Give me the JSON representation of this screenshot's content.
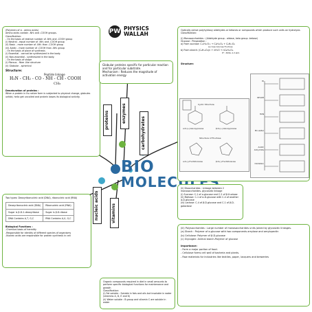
{
  "brand": {
    "name_line1": "PHYSICS",
    "name_line2": "WALLAH",
    "logo_text": "PW"
  },
  "center": {
    "title_line1": "BIO",
    "title_line2": "MOLECULES"
  },
  "branches": {
    "proteins": "proteins",
    "enzymes": "enzymes",
    "carbohydrates": "carbohydrates",
    "nucleic_acids": "nucleic acids",
    "vitamins": "vitamins"
  },
  "colors": {
    "green": "#6db33f",
    "blue": "#2b6aa0",
    "teal": "#3fa7c9",
    "dark": "#1f1f1f"
  },
  "proteins_box": {
    "lines": [
      "(Polymers of α - amino acids)",
      "Amino acids contain -NH₂ and -COOH groups.",
      "Classification:",
      "- On the basis of relative number of -NH₂ and -COOH group",
      "(i) Neutral - equal number of -NH₂ and -COOH group",
      "(ii) Basic - more number of -NH₂ than -COOH group",
      "(iii) Acidic - more number of -COOH than -NH₂ group",
      "- On the basis of place of synthesis",
      "(i) Essential - cannot be synthesized in the body.",
      "(ii) Non-essential - synthesized in the body.",
      "- On the basis of shape",
      "(i) Fibrous - fibre -like structure",
      "(ii) Globular - spherical"
    ],
    "structure_title": "Structure:",
    "peptide_label": "Peptide linkage",
    "peptide_formula": "H₂N - CH₂ - CO - NH - CH - COOH",
    "peptide_sub": "CH₃",
    "denaturation_title": "Denaturation of proteins :",
    "denaturation_text": "When a protein in its native form is subjected to physical change, globules unfold, helix get uncoiled and protein losses its biological activity."
  },
  "enzymes_box": {
    "line1": "Globular proteins specific for particular reaction and for particular substrate.",
    "line2": "Mechanism : Reduces the magnitude of activation energy"
  },
  "carbohydrates_box": {
    "intro": "Optically active polyhydroxy aldehydes or ketones or compounds which produce such units on hydrolysis",
    "classification": "Classification:",
    "mono": "(i) Monosaccharides : (Aldehyde group - aldose, keto group -ketose)",
    "glucose_prep": "Glucose : Preparation :",
    "from_sucrose": "a) From sucrose: C₁₂H₂₂O₁₁ → C₆H₁₂O₆ + C₆H₁₂O₆",
    "sucrose_labels": "sucrose            Glucose    Fructose",
    "from_starch": "b) From starch: (C₆H₁₀O₅)n + nH₂O → nC₆H₁₂O₆",
    "starch_cond": "H⁺, 393K, 2-3 atm",
    "structure": "Structure:",
    "cyclic_label": "Cyclic Structure",
    "alpha_glucose": "α-D-(+)-Glucopyranose",
    "beta_glucose": "β-D-(+)-Glucopyranose",
    "fructose_label": "Structure of Fructose",
    "alpha_fructose": "α-D-(-)-Fructofuranose",
    "beta_fructose": "β-D-(-)-Fructofuranose",
    "reagents": [
      "HI",
      "NH₂OH",
      "HCN",
      "Br₂ water",
      "Acetic Anhydride",
      "Oxidation"
    ],
    "di_title": "(ii) Disaccharides : Linkage between 2 monosaccharides- glycosidic linkage",
    "di_lines": [
      "(i) Sucrose: C-1 of α-glucose and C-2 of β-fructose",
      "(ii) Maltose: C-1 of α-D-glucose with C-4 of another α-D-glucose",
      "(iii) Lactose: C-4 of β-D-glucose and C-1 of β-D-galactose"
    ],
    "poly_title": "(iii) Polysaccharides : Large number of monosaccharides units joined by glycosidic linkages.",
    "poly_lines": [
      "(a) Starch : Polymer of α-glucose with two components amylose and amylopectin",
      "(b) Cellulose: Polymer of β-D-glucose",
      "(c) Glycogen: Animal starch-Polymer of glucose"
    ],
    "importance_title": "Importance:",
    "importance_lines": [
      "- Form a major portion of food.",
      "- Cellulose forms cell wall of bacteria and plants.",
      "- Raw materials for industries like textiles, paper, lacquers and breweries"
    ]
  },
  "nucleic_box": {
    "intro": "Two types: Deoxyribonucleic acid (DNA), ribonucleic acid (RNA)",
    "table_headers": [
      "Deoxyribonucleic acid (DNA)",
      "Ribonucleic acid (RNA)"
    ],
    "table_rows": [
      [
        "Sugar is β-D-2-deoxyribose",
        "Sugar is β-D-ribose"
      ],
      [
        "DNA Contains A,T, G,C",
        "RNA Contains A,U, G,C"
      ]
    ],
    "functions_title": "Biological Functions :",
    "function_lines": [
      "-Chemical basis of heredity",
      "-Responsible for identity of different species of organisms",
      "-Nucleic acids are responsible for protein synthesis in cell"
    ]
  },
  "vitamins_box": {
    "lines": [
      "Organic compounds required in diet in small amounts to perform specific biological functions for maintenance and growth",
      "Classification:",
      "(i) Fat soluble : Soluble in fats and oils but insoluble in water (vitamins A, D, E and K)",
      "(ii) Water soluble : B group and vitamin C are soluble in water"
    ]
  }
}
